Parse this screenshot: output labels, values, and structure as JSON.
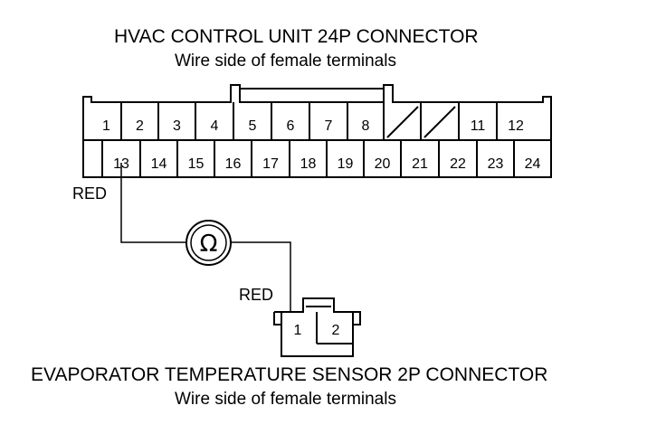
{
  "hvac": {
    "title": "HVAC CONTROL UNIT 24P CONNECTOR",
    "subtitle": "Wire side of female terminals",
    "top_row": [
      "1",
      "2",
      "3",
      "4",
      "5",
      "6",
      "7",
      "8",
      "",
      "",
      "11",
      "12"
    ],
    "bottom_row": [
      "13",
      "14",
      "15",
      "16",
      "17",
      "18",
      "19",
      "20",
      "21",
      "22",
      "23",
      "24"
    ]
  },
  "wire_label_hvac": "RED",
  "wire_label_sensor": "RED",
  "meter_symbol": "Ω",
  "meter_icon": "ohmmeter-icon",
  "sensor": {
    "title": "EVAPORATOR TEMPERATURE SENSOR 2P CONNECTOR",
    "subtitle": "Wire side of female terminals",
    "pins": [
      "1",
      "2"
    ]
  }
}
